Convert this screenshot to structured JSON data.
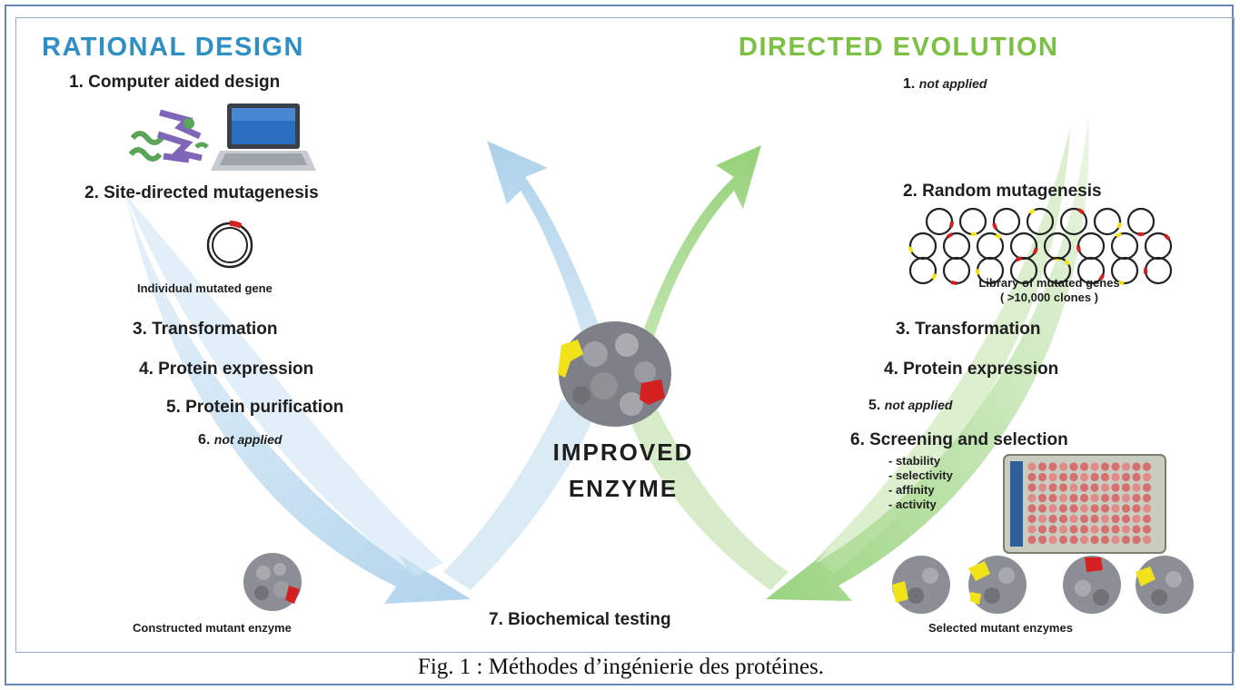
{
  "colors": {
    "rational": "#2f8fc4",
    "directed": "#7cc043",
    "arrow_blue": "#9cc6e6",
    "arrow_green": "#8fcf72",
    "mutation_red": "#d42020",
    "mutation_yellow": "#f2e21a",
    "frame": "#6b86b8"
  },
  "headings": {
    "rational": "RATIONAL DESIGN",
    "directed": "DIRECTED EVOLUTION"
  },
  "center": {
    "line1": "IMPROVED",
    "line2": "ENZYME"
  },
  "rational_steps": {
    "s1": "1. Computer aided design",
    "s2": "2. Site-directed mutagenesis",
    "gene_label": "Individual mutated gene",
    "s3": "3. Transformation",
    "s4": "4. Protein expression",
    "s5": "5. Protein purification",
    "s6_num": "6.",
    "s6_text": "not applied",
    "mutant_label": "Constructed mutant enzyme"
  },
  "directed_steps": {
    "s1_num": "1.",
    "s1_text": "not applied",
    "s2": "2. Random mutagenesis",
    "library_label_1": "Library of mutated genes",
    "library_label_2": "( >10,000 clones )",
    "s3": "3. Transformation",
    "s4": "4. Protein expression",
    "s5_num": "5.",
    "s5_text": "not applied",
    "s6": "6. Screening and selection",
    "criteria": [
      "- stability",
      "- selectivity",
      "- affinity",
      "- activity"
    ],
    "mutants_label": "Selected mutant enzymes"
  },
  "final_step": "7. Biochemical testing",
  "caption": "Fig. 1 :  Méthodes d’ingénierie des protéines.",
  "icons": [
    "protein-structure-icon",
    "laptop-icon",
    "plasmid-icon",
    "plasmid-library-icon",
    "enzyme-icon",
    "microplate-icon"
  ]
}
